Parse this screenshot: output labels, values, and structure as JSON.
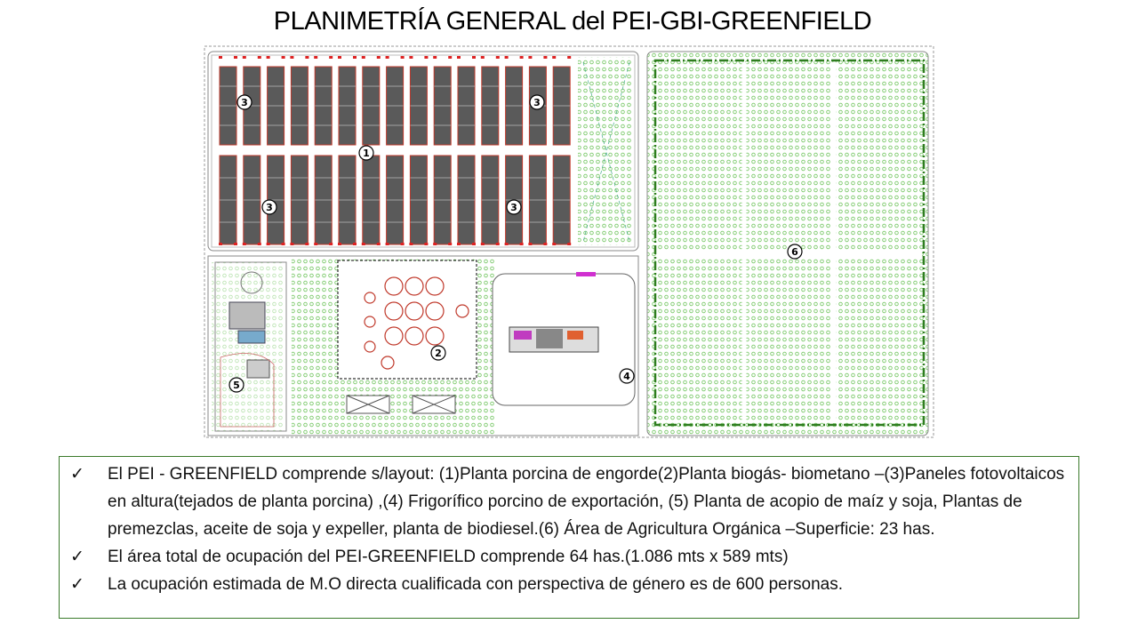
{
  "title": "PLANIMETRÍA GENERAL del  PEI-GBI-GREENFIELD",
  "plan": {
    "markers": {
      "m1": "1",
      "m2": "2",
      "m3": "3",
      "m4": "4",
      "m5": "5",
      "m6": "6"
    },
    "barns_per_row": 15,
    "barn_rows": 2,
    "colors": {
      "barn": "#5a5a5a",
      "barn_outline": "#c0392b",
      "crop": "#7cc96b",
      "border_dash": "#2e7d1f"
    }
  },
  "notes": {
    "check": "✓",
    "items": [
      "El PEI - GREENFIELD  comprende s/layout: (1)Planta porcina de engorde(2)Planta biogás- biometano –(3)Paneles fotovoltaicos en altura(tejados de planta porcina) ,(4)  Frigorífico porcino de exportación, (5) Planta de acopio de maíz y soja, Plantas de premezclas, aceite de soja y expeller, planta de biodiesel.(6) Área de Agricultura Orgánica –Superficie: 23 has.",
      "El área total de ocupación del PEI-GREENFIELD comprende 64 has.(1.086 mts x 589 mts)",
      "La ocupación estimada de M.O directa cualificada con perspectiva de género es de 600 personas."
    ]
  }
}
